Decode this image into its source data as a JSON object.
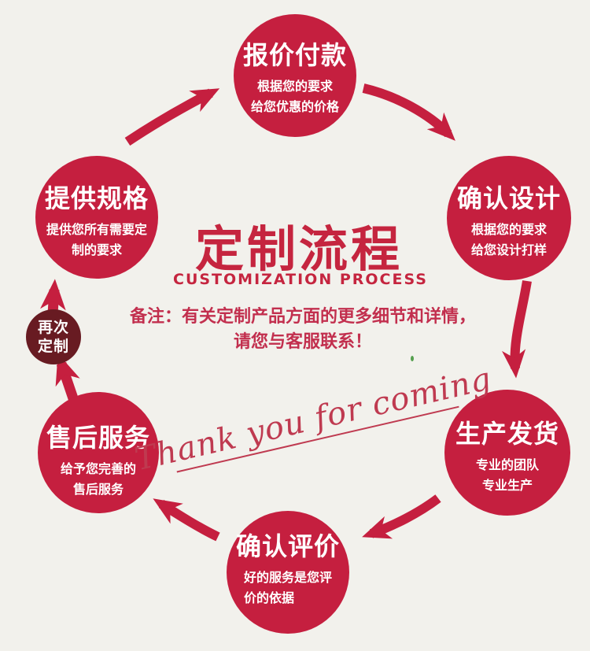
{
  "colors": {
    "background": "#f2f1ec",
    "circle_red": "#c51f3f",
    "dark_circle_red": "#681b22",
    "title_red": "#c5253f",
    "note_red": "#c22f4e",
    "script_red": "#bf3a50",
    "green_artifact": "#55a04e"
  },
  "center": {
    "title": "定制流程",
    "subtitle": "CUSTOMIZATION PROCESS",
    "note_line1": "备注：有关定制产品方面的更多细节和详情，",
    "note_line2": "请您与客服联系！",
    "script_text": "Thank you for coming"
  },
  "steps": [
    {
      "id": "quote-payment",
      "title": "报价付款",
      "desc_line1": "根据您的要求",
      "desc_line2": "给您优惠的价格"
    },
    {
      "id": "confirm-design",
      "title": "确认设计",
      "desc_line1": "根据您的要求",
      "desc_line2": "给您设计打样"
    },
    {
      "id": "production-shipping",
      "title": "生产发货",
      "desc_line1": "专业的团队",
      "desc_line2": "专业生产"
    },
    {
      "id": "confirm-evaluation",
      "title": "确认评价",
      "desc_line1": "好的服务是您评",
      "desc_line2": "价的依据"
    },
    {
      "id": "after-sales",
      "title": "售后服务",
      "desc_line1": "给予您完善的",
      "desc_line2": "售后服务"
    },
    {
      "id": "provide-specs",
      "title": "提供规格",
      "desc_line1": "提供您所有需要定",
      "desc_line2": "制的要求"
    },
    {
      "id": "repeat-custom",
      "title_line1": "再次",
      "title_line2": "定制"
    }
  ]
}
